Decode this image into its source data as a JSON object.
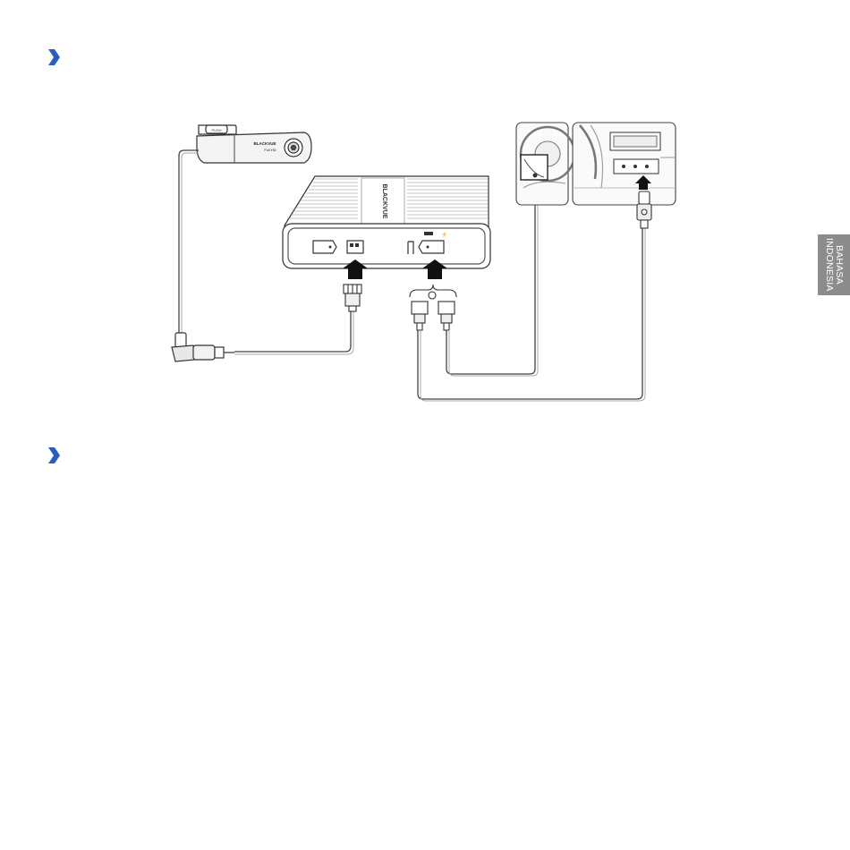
{
  "sidebar_tab": {
    "line1": "BAHASA",
    "line2": "INDONESIA"
  },
  "section_markers": [
    {
      "icon": "chevron-right-icon",
      "color": "#2a5fbf"
    },
    {
      "icon": "chevron-right-icon",
      "color": "#2a5fbf"
    }
  ],
  "diagram": {
    "dashcam": {
      "button_text": "PUSH",
      "brand_text": "BLACKVUE",
      "badge_text": "Full HD"
    },
    "battery_pack": {
      "top_brand": "BLACKVUE"
    }
  }
}
